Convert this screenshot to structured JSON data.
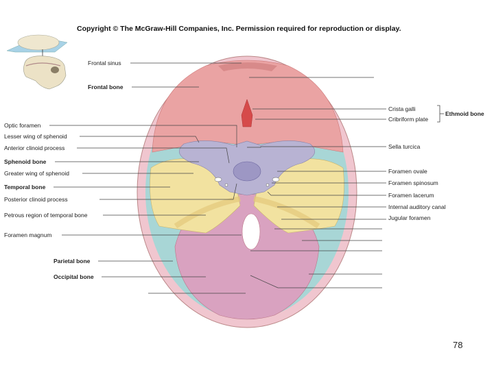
{
  "copyright": "Copyright © The McGraw-Hill Companies, Inc. Permission required for reproduction or display.",
  "page_number": "78",
  "labels_left": [
    "Frontal sinus",
    "Frontal bone",
    "Optic foramen",
    "Lesser wing of sphenoid",
    "Anterior clinoid process",
    "Sphenoid bone",
    "Greater wing of sphenoid",
    "Temporal bone",
    "Posterior clinoid process",
    "Petrous region of temporal bone",
    "Foramen magnum",
    "Parietal bone",
    "Occipital bone"
  ],
  "labels_right": [
    "Crista galli",
    "Cribriform plate",
    "Ethmoid bone",
    "Sella turcica",
    "Foramen ovale",
    "Foramen spinosum",
    "Foramen lacerum",
    "Internal auditory canal",
    "Jugular foramen"
  ],
  "colors": {
    "frontal": "#eaa3a3",
    "sphenoid": "#b8b3d3",
    "temporal": "#f2e2a0",
    "occipital": "#d9a2c0",
    "parietal": "#a8d6d6",
    "ethmoid": "#d64a4a",
    "rim": "#f0c6cf"
  }
}
